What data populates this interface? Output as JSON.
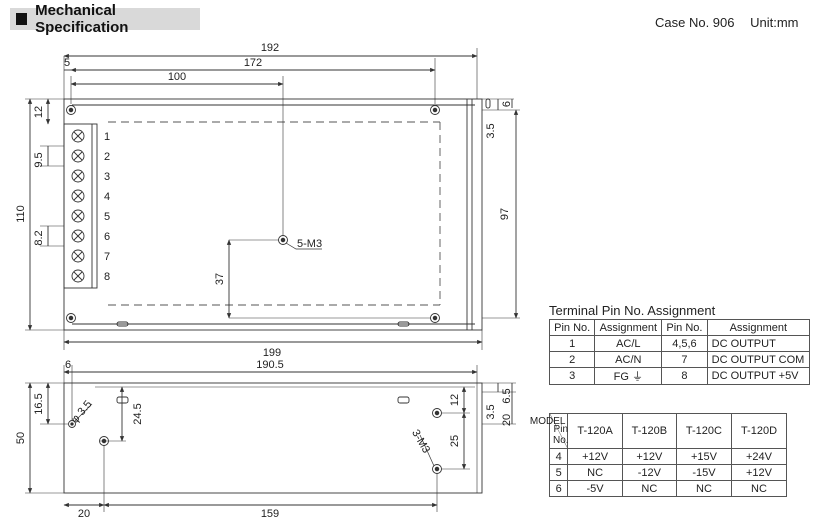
{
  "header": {
    "title": "Mechanical Specification",
    "case_no": "Case No. 906",
    "unit": "Unit:mm"
  },
  "top_view": {
    "dims": {
      "width_192": "192",
      "width_172": "172",
      "width_100": "100",
      "offset_5": "5",
      "height_110": "110",
      "top_12": "12",
      "pitch_9_5": "9.5",
      "pitch_8_2": "8.2",
      "mount_37": "37",
      "right_6": "6",
      "right_3_5": "3.5",
      "height_97": "97",
      "bottom_199": "199"
    },
    "hole_callout": "5-M3",
    "pins": [
      "1",
      "2",
      "3",
      "4",
      "5",
      "6",
      "7",
      "8"
    ]
  },
  "side_view": {
    "dims": {
      "width_190_5": "190.5",
      "offset_6": "6",
      "hole_3_5": "φ 3.5",
      "left_16_5": "16.5",
      "height_50": "50",
      "hole_24_5": "24.5",
      "right_12": "12",
      "right_25": "25",
      "right_3_5": "3.5",
      "right_6_5": "6.5",
      "right_20": "20",
      "bottom_20": "20",
      "bottom_159": "159"
    },
    "hole_callout": "3-M3"
  },
  "terminal_table": {
    "title": "Terminal Pin No.  Assignment",
    "headers": [
      "Pin No.",
      "Assignment",
      "Pin No.",
      "Assignment"
    ],
    "rows": [
      [
        "1",
        "AC/L",
        "4,5,6",
        "DC OUTPUT"
      ],
      [
        "2",
        "AC/N",
        "7",
        "DC OUTPUT COM"
      ],
      [
        "3",
        "FG ⏚",
        "8",
        "DC OUTPUT +5V"
      ]
    ]
  },
  "model_table": {
    "corner_model": "MODEL",
    "corner_pin": "Pin No.",
    "models": [
      "T-120A",
      "T-120B",
      "T-120C",
      "T-120D"
    ],
    "rows": [
      {
        "pin": "4",
        "values": [
          "+12V",
          "+12V",
          "+15V",
          "+24V"
        ]
      },
      {
        "pin": "5",
        "values": [
          "NC",
          "-12V",
          "-15V",
          "+12V"
        ]
      },
      {
        "pin": "6",
        "values": [
          "-5V",
          "NC",
          "NC",
          "NC"
        ]
      }
    ]
  }
}
